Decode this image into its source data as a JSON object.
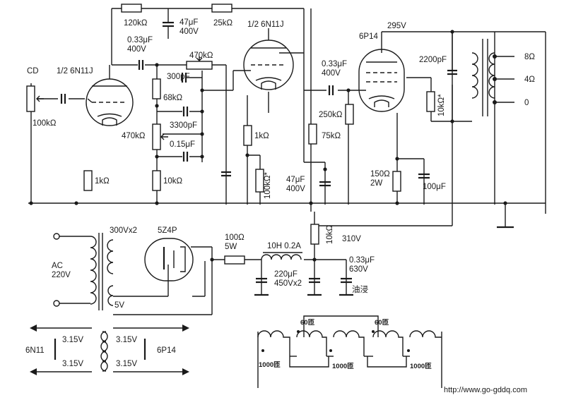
{
  "input": {
    "jack": "CD",
    "volume_pot": "100kΩ"
  },
  "v1a": {
    "label": "1/2  6N11J",
    "grid_cap": "0.33μF\n400V",
    "cathode_r": "1kΩ"
  },
  "decoupling": {
    "r1": "120kΩ",
    "cap": "47μF\n400V",
    "r2": "25kΩ"
  },
  "tone": {
    "pot_top": "470kΩ",
    "c_300p": "300pF",
    "r_68k": "68kΩ",
    "c_3300p": "3300pF",
    "pot_mid": "470kΩ",
    "c_015u": "0.15μF",
    "r_10k": "10kΩ"
  },
  "v1b": {
    "label": "1/2  6N11J",
    "cathode_r": "1kΩ",
    "fb_r": "100kΩ*"
  },
  "driver_bias": {
    "cap": "47μF\n400V",
    "coupling_cap": "0.33μF\n400V",
    "grid_r": "250kΩ",
    "plate_r": "75kΩ"
  },
  "output": {
    "tube": "6P14",
    "b_plus": "295V",
    "cap": "2200pF",
    "screen_r": "10kΩ*",
    "cathode_r": "150Ω\n2W",
    "cathode_cap": "100μF",
    "taps": [
      "8Ω",
      "4Ω",
      "0"
    ]
  },
  "psu": {
    "ac": "AC\n220V",
    "sec": "300Vx2",
    "rect": "5Z4P",
    "heater": "5V",
    "r_drop": "100Ω\n5W",
    "choke": "10H   0.2A",
    "filter_caps": "220μF\n450Vx2",
    "r_10k": "10kΩ",
    "v310": "310V",
    "oil_cap": "0.33μF\n630V",
    "oil_cap_note": "油浸",
    "fil_left": [
      "3.15V",
      "3.15V"
    ],
    "fil_right": [
      "3.15V",
      "3.15V"
    ],
    "tube_left": "6N11",
    "tube_right": "6P14"
  },
  "winding": {
    "labels": [
      "60匝",
      "60匝",
      "1000匝",
      "1000匝",
      "1000匝"
    ]
  },
  "watermark": "http://www.go-gddq.com"
}
